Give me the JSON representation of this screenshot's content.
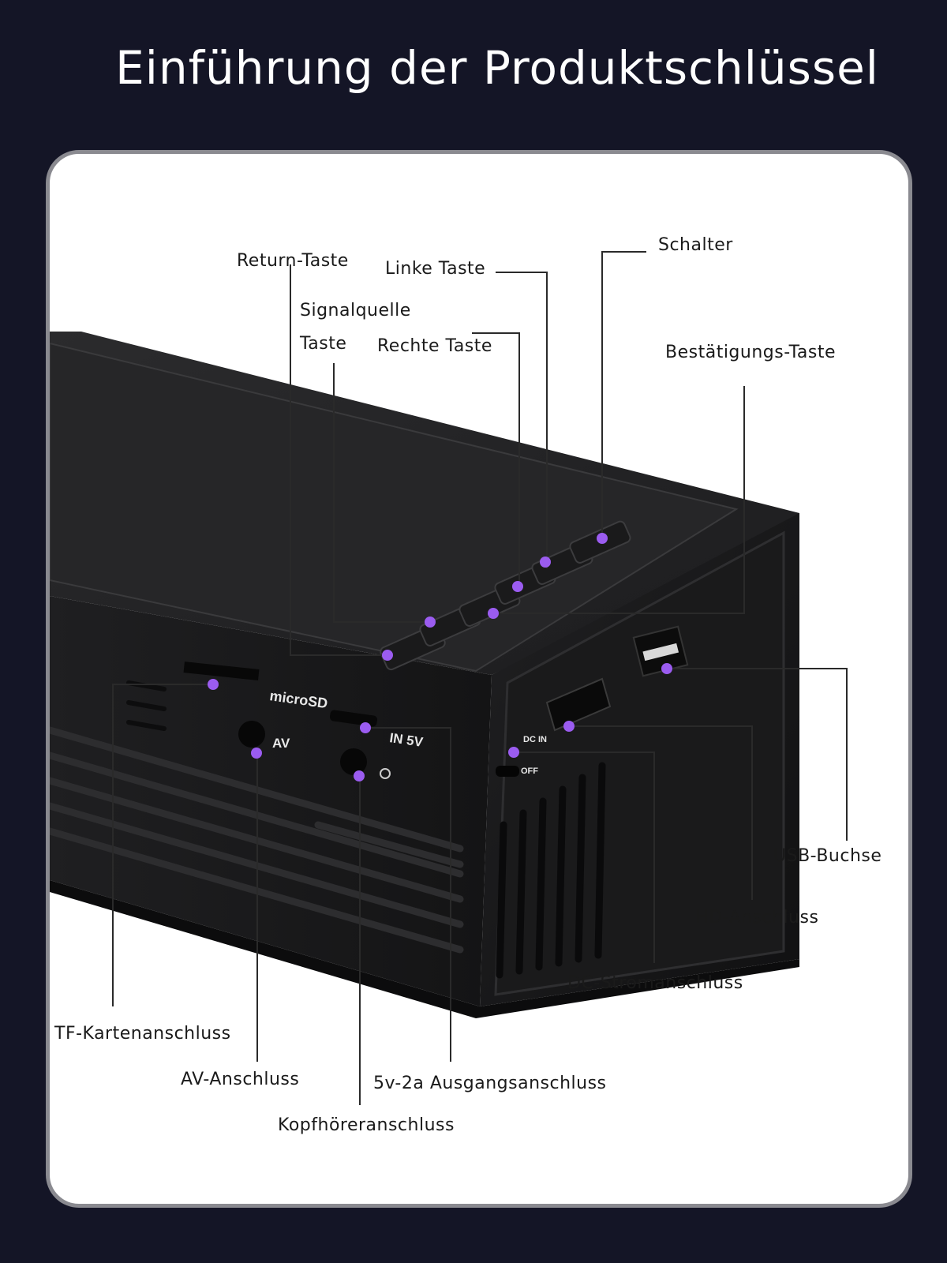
{
  "title": "Einführung der Produktschlüssel",
  "labels": {
    "return_key": "Return-Taste",
    "left_key": "Linke Taste",
    "power_switch": "Schalter",
    "signal_source_line1": "Signalquelle",
    "signal_source_line2": "Taste",
    "right_key": "Rechte Taste",
    "confirm_key": "Bestätigungs-Taste",
    "usb_port": "USB-Buchse",
    "hd_port": "HD-Anschluss",
    "dc_power": "DC-Stromanschluss",
    "tf_card": "TF-Kartenanschluss",
    "av_port": "AV-Anschluss",
    "output_5v": "5v-2a Ausgangsanschluss",
    "headphone": "Kopfhöreranschluss"
  },
  "device_print": {
    "microsd": "microSD",
    "av": "AV",
    "in5v": "IN 5V",
    "dcin": "DC IN",
    "off": "OFF"
  },
  "colors": {
    "background": "#141526",
    "card": "#ffffff",
    "marker": "#9b5cf0",
    "device": "#1b1b1c"
  }
}
